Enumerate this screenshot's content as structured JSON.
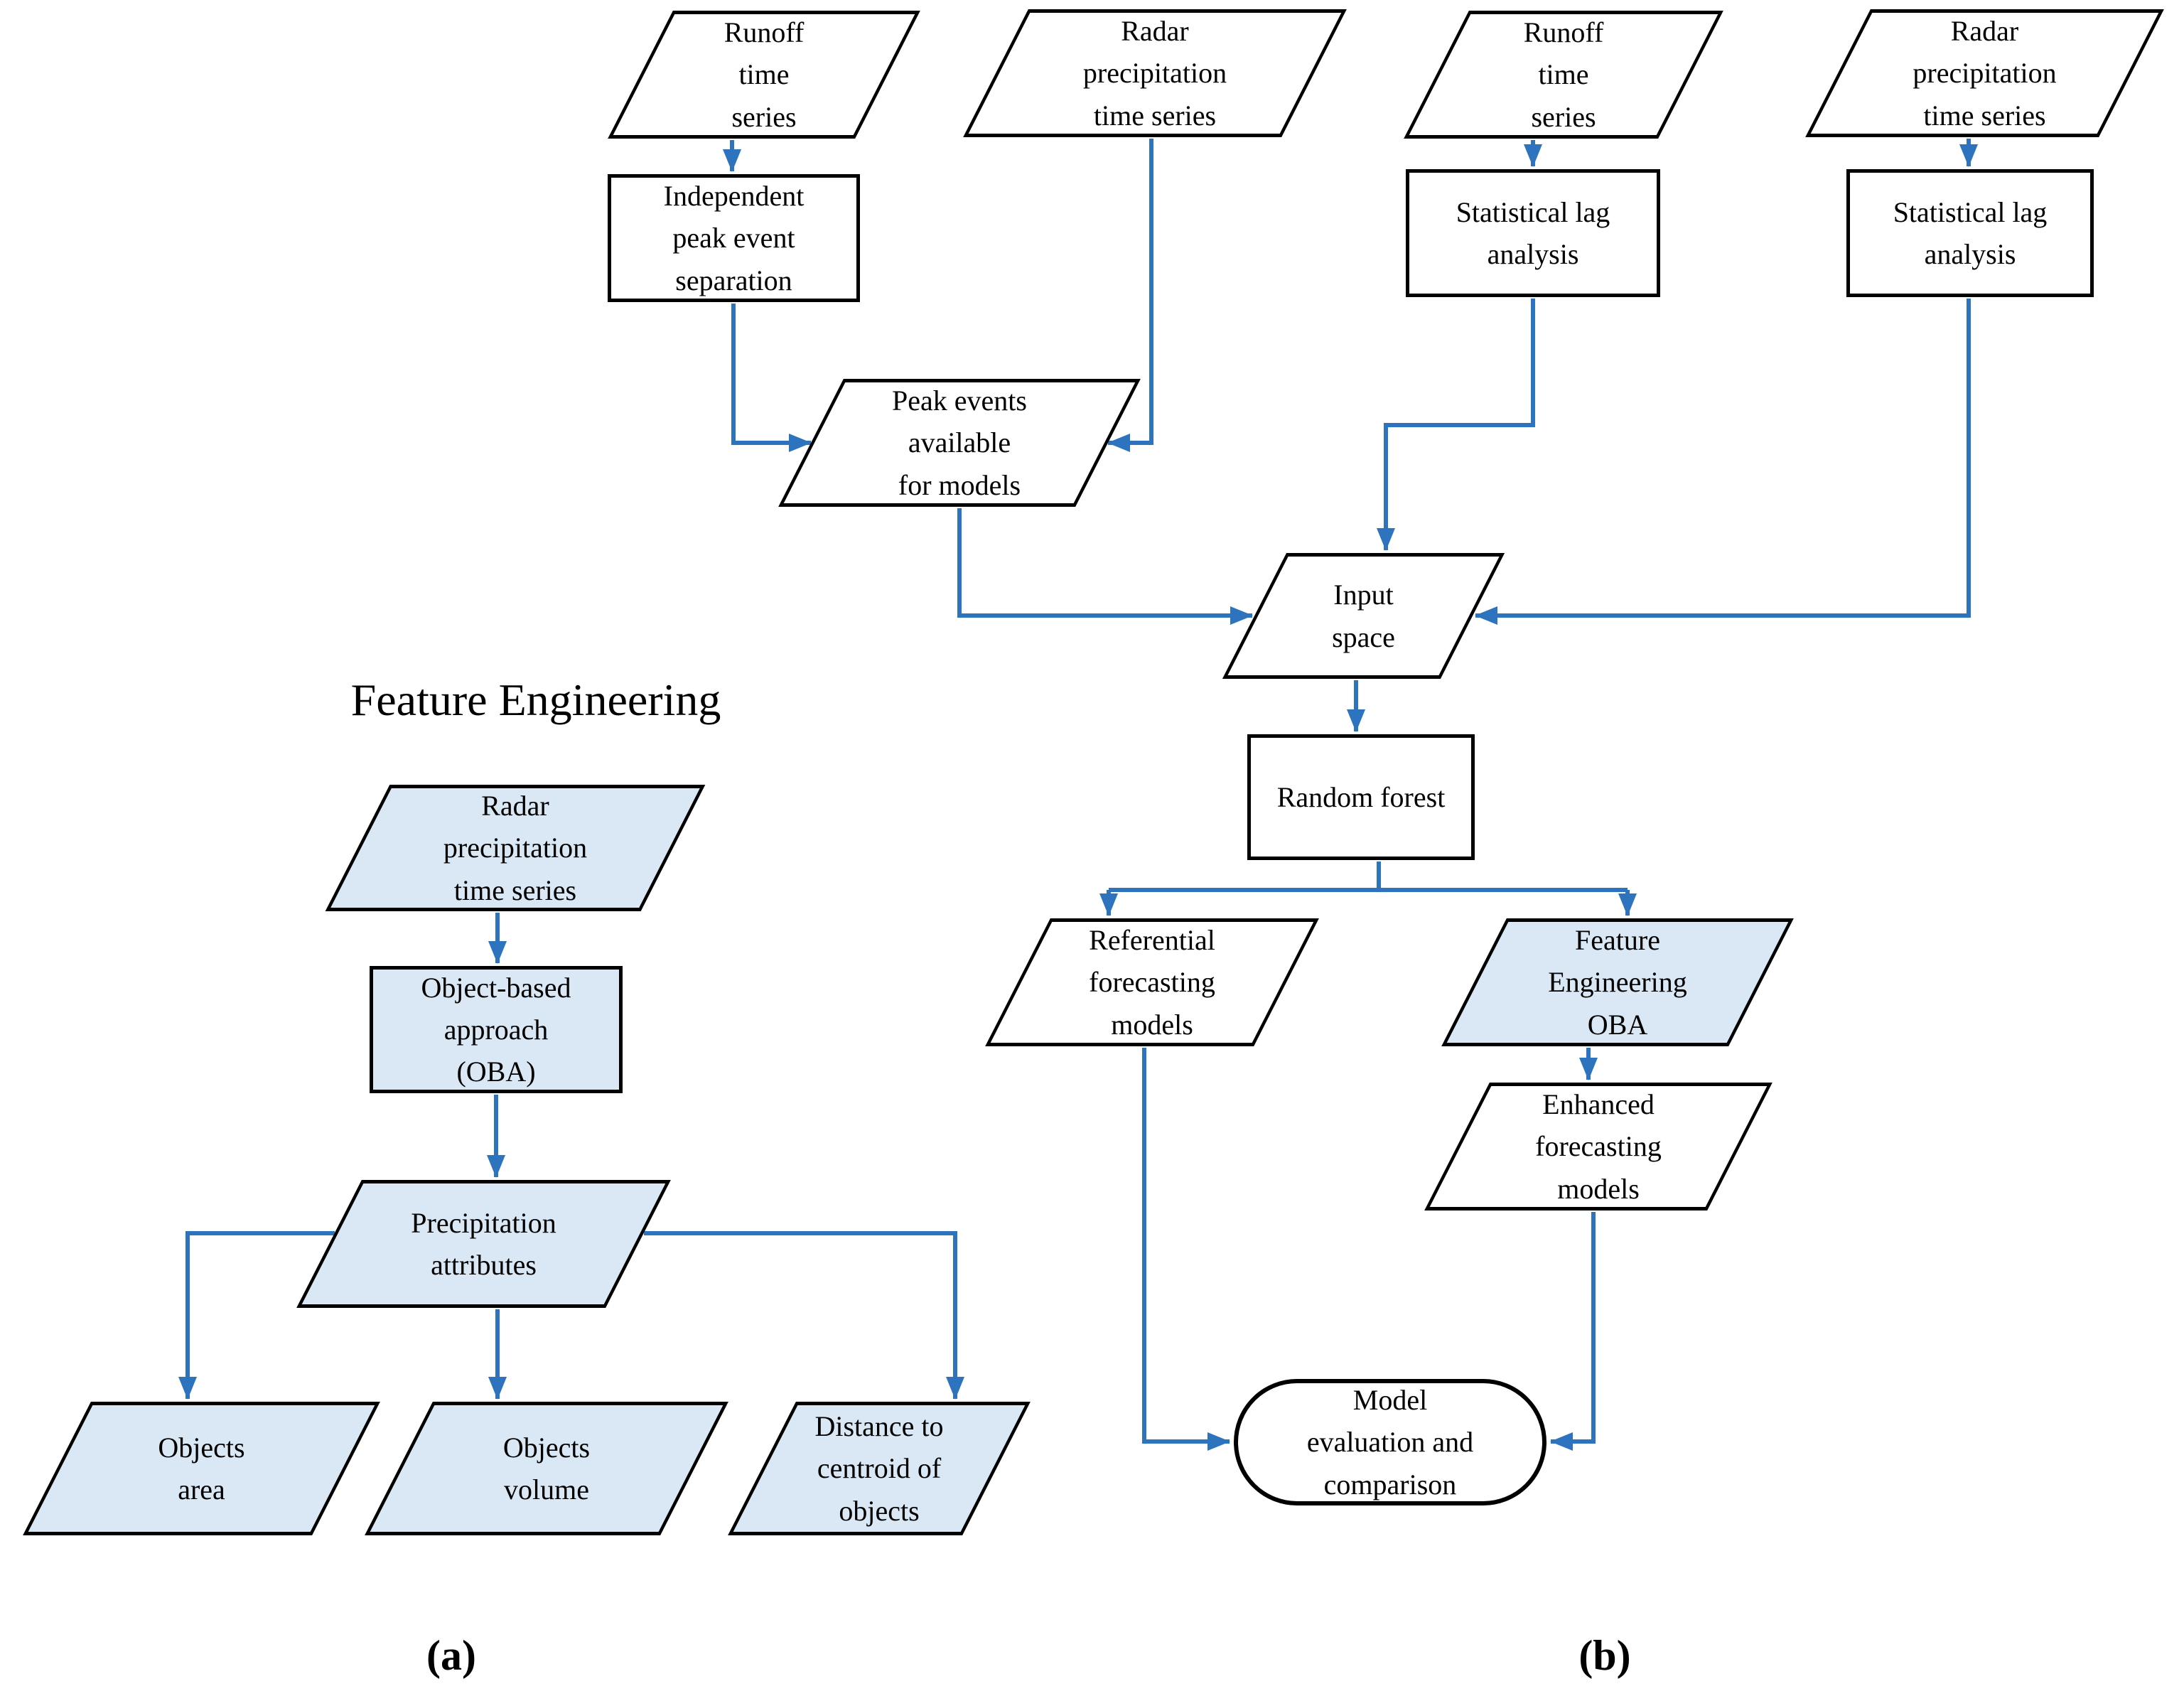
{
  "diagram": {
    "fe_title": "Feature Engineering",
    "caption_a": "(a)",
    "caption_b": "(b)",
    "colors": {
      "background": "#FFFFFF",
      "shape_border": "#000000",
      "highlight_fill": "#DAE8F5",
      "plain_fill": "#FFFFFF",
      "arrow": "#2D73BE",
      "text": "#000000"
    },
    "nodes": {
      "runoff_a": {
        "label": "Runoff\ntime\nseries",
        "shape": "parallelogram",
        "fill": "white"
      },
      "radar_a": {
        "label": "Radar\nprecipitation\ntime series",
        "shape": "parallelogram",
        "fill": "white"
      },
      "indep_sep": {
        "label": "Independent\npeak event\nseparation",
        "shape": "rectangle",
        "fill": "white"
      },
      "peak_events": {
        "label": "Peak events\navailable\nfor models",
        "shape": "parallelogram",
        "fill": "white"
      },
      "runoff_b": {
        "label": "Runoff\ntime\nseries",
        "shape": "parallelogram",
        "fill": "white"
      },
      "radar_b": {
        "label": "Radar\nprecipitation\ntime series",
        "shape": "parallelogram",
        "fill": "white"
      },
      "lag_runoff": {
        "label": "Statistical lag\nanalysis",
        "shape": "rectangle",
        "fill": "white"
      },
      "lag_radar": {
        "label": "Statistical lag\nanalysis",
        "shape": "rectangle",
        "fill": "white"
      },
      "input_space": {
        "label": "Input\nspace",
        "shape": "parallelogram",
        "fill": "white"
      },
      "random_forest": {
        "label": "Random forest",
        "shape": "rectangle",
        "fill": "white"
      },
      "referential": {
        "label": "Referential\nforecasting\nmodels",
        "shape": "parallelogram",
        "fill": "white"
      },
      "feature_oba": {
        "label": "Feature\nEngineering\nOBA",
        "shape": "parallelogram",
        "fill": "highlight"
      },
      "enhanced": {
        "label": "Enhanced\nforecasting\nmodels",
        "shape": "parallelogram",
        "fill": "white"
      },
      "model_eval": {
        "label": "Model\nevaluation and\ncomparison",
        "shape": "rounded",
        "fill": "white"
      },
      "radar_fe": {
        "label": "Radar\nprecipitation\ntime series",
        "shape": "parallelogram",
        "fill": "highlight"
      },
      "oba": {
        "label": "Object-based\napproach\n(OBA)",
        "shape": "rectangle",
        "fill": "highlight"
      },
      "precip_attr": {
        "label": "Precipitation\nattributes",
        "shape": "parallelogram",
        "fill": "highlight"
      },
      "obj_area": {
        "label": "Objects\narea",
        "shape": "parallelogram",
        "fill": "highlight"
      },
      "obj_volume": {
        "label": "Objects\nvolume",
        "shape": "parallelogram",
        "fill": "highlight"
      },
      "distance_centroid": {
        "label": "Distance to\ncentroid of\nobjects",
        "shape": "parallelogram",
        "fill": "highlight"
      }
    },
    "edges": [
      {
        "from": "runoff_a",
        "to": "indep_sep"
      },
      {
        "from": "indep_sep",
        "to": "peak_events"
      },
      {
        "from": "radar_a",
        "to": "peak_events"
      },
      {
        "from": "peak_events",
        "to": "input_space"
      },
      {
        "from": "runoff_b",
        "to": "lag_runoff"
      },
      {
        "from": "radar_b",
        "to": "lag_radar"
      },
      {
        "from": "lag_runoff",
        "to": "input_space"
      },
      {
        "from": "lag_radar",
        "to": "input_space"
      },
      {
        "from": "input_space",
        "to": "random_forest"
      },
      {
        "from": "random_forest",
        "to": "referential"
      },
      {
        "from": "random_forest",
        "to": "feature_oba"
      },
      {
        "from": "feature_oba",
        "to": "enhanced"
      },
      {
        "from": "referential",
        "to": "model_eval"
      },
      {
        "from": "enhanced",
        "to": "model_eval"
      },
      {
        "from": "radar_fe",
        "to": "oba"
      },
      {
        "from": "oba",
        "to": "precip_attr"
      },
      {
        "from": "precip_attr",
        "to": "obj_area"
      },
      {
        "from": "precip_attr",
        "to": "obj_volume"
      },
      {
        "from": "precip_attr",
        "to": "distance_centroid"
      }
    ]
  }
}
